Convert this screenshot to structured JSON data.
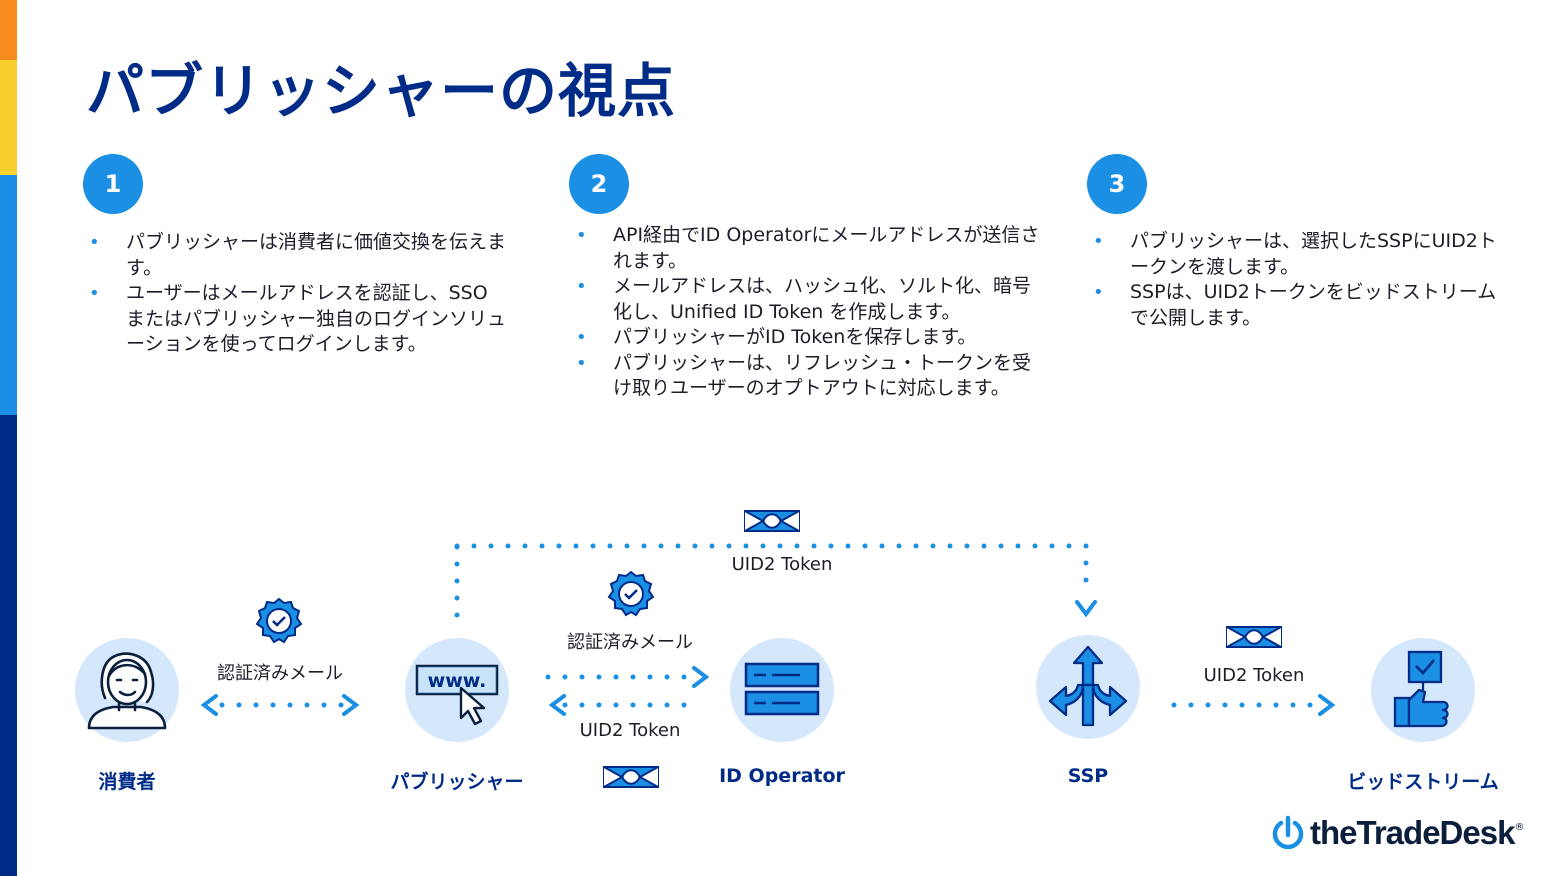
{
  "title": "パブリッシャーの視点",
  "steps": [
    {
      "number": "1",
      "bullets": [
        "パブリッシャーは消費者に価値交換を伝えます。",
        "ユーザーはメールアドレスを認証し、SSOまたはパブリッシャー独自のログインソリューションを使ってログインします。"
      ]
    },
    {
      "number": "2",
      "bullets": [
        "API経由でID Operatorにメールアドレスが送信されます。",
        "メールアドレスは、ハッシュ化、ソルト化、暗号化し、Unified ID Token を作成します。",
        "パブリッシャーがID Tokenを保存します。",
        "パブリッシャーは、リフレッシュ・トークンを受け取りユーザーのオプトアウトに対応します。"
      ]
    },
    {
      "number": "3",
      "bullets": [
        "パブリッシャーは、選択したSSPにUID2トークンを渡します。",
        "SSPは、UID2トークンをビッドストリームで公開します。"
      ]
    }
  ],
  "nodes": {
    "consumer": "消費者",
    "publisher": "パブリッシャー",
    "operator": "ID Operator",
    "ssp": "SSP",
    "bidstream": "ビッドストリーム"
  },
  "edges": {
    "consumer_publisher": "認証済みメール",
    "publisher_operator_top": "認証済みメール",
    "publisher_operator_bottom": "UID2 Token",
    "publisher_ssp": "UID2 Token",
    "ssp_bidstream": "UID2 Token"
  },
  "icons": {
    "www_text": "www."
  },
  "logo": {
    "text": "theTradeDesk",
    "reg": "®"
  },
  "colors": {
    "navy": "#002b87",
    "blue": "#1a8fe3",
    "light_blue": "#d5e8fb",
    "orange": "#f68b1f",
    "yellow": "#f9cf2d"
  }
}
